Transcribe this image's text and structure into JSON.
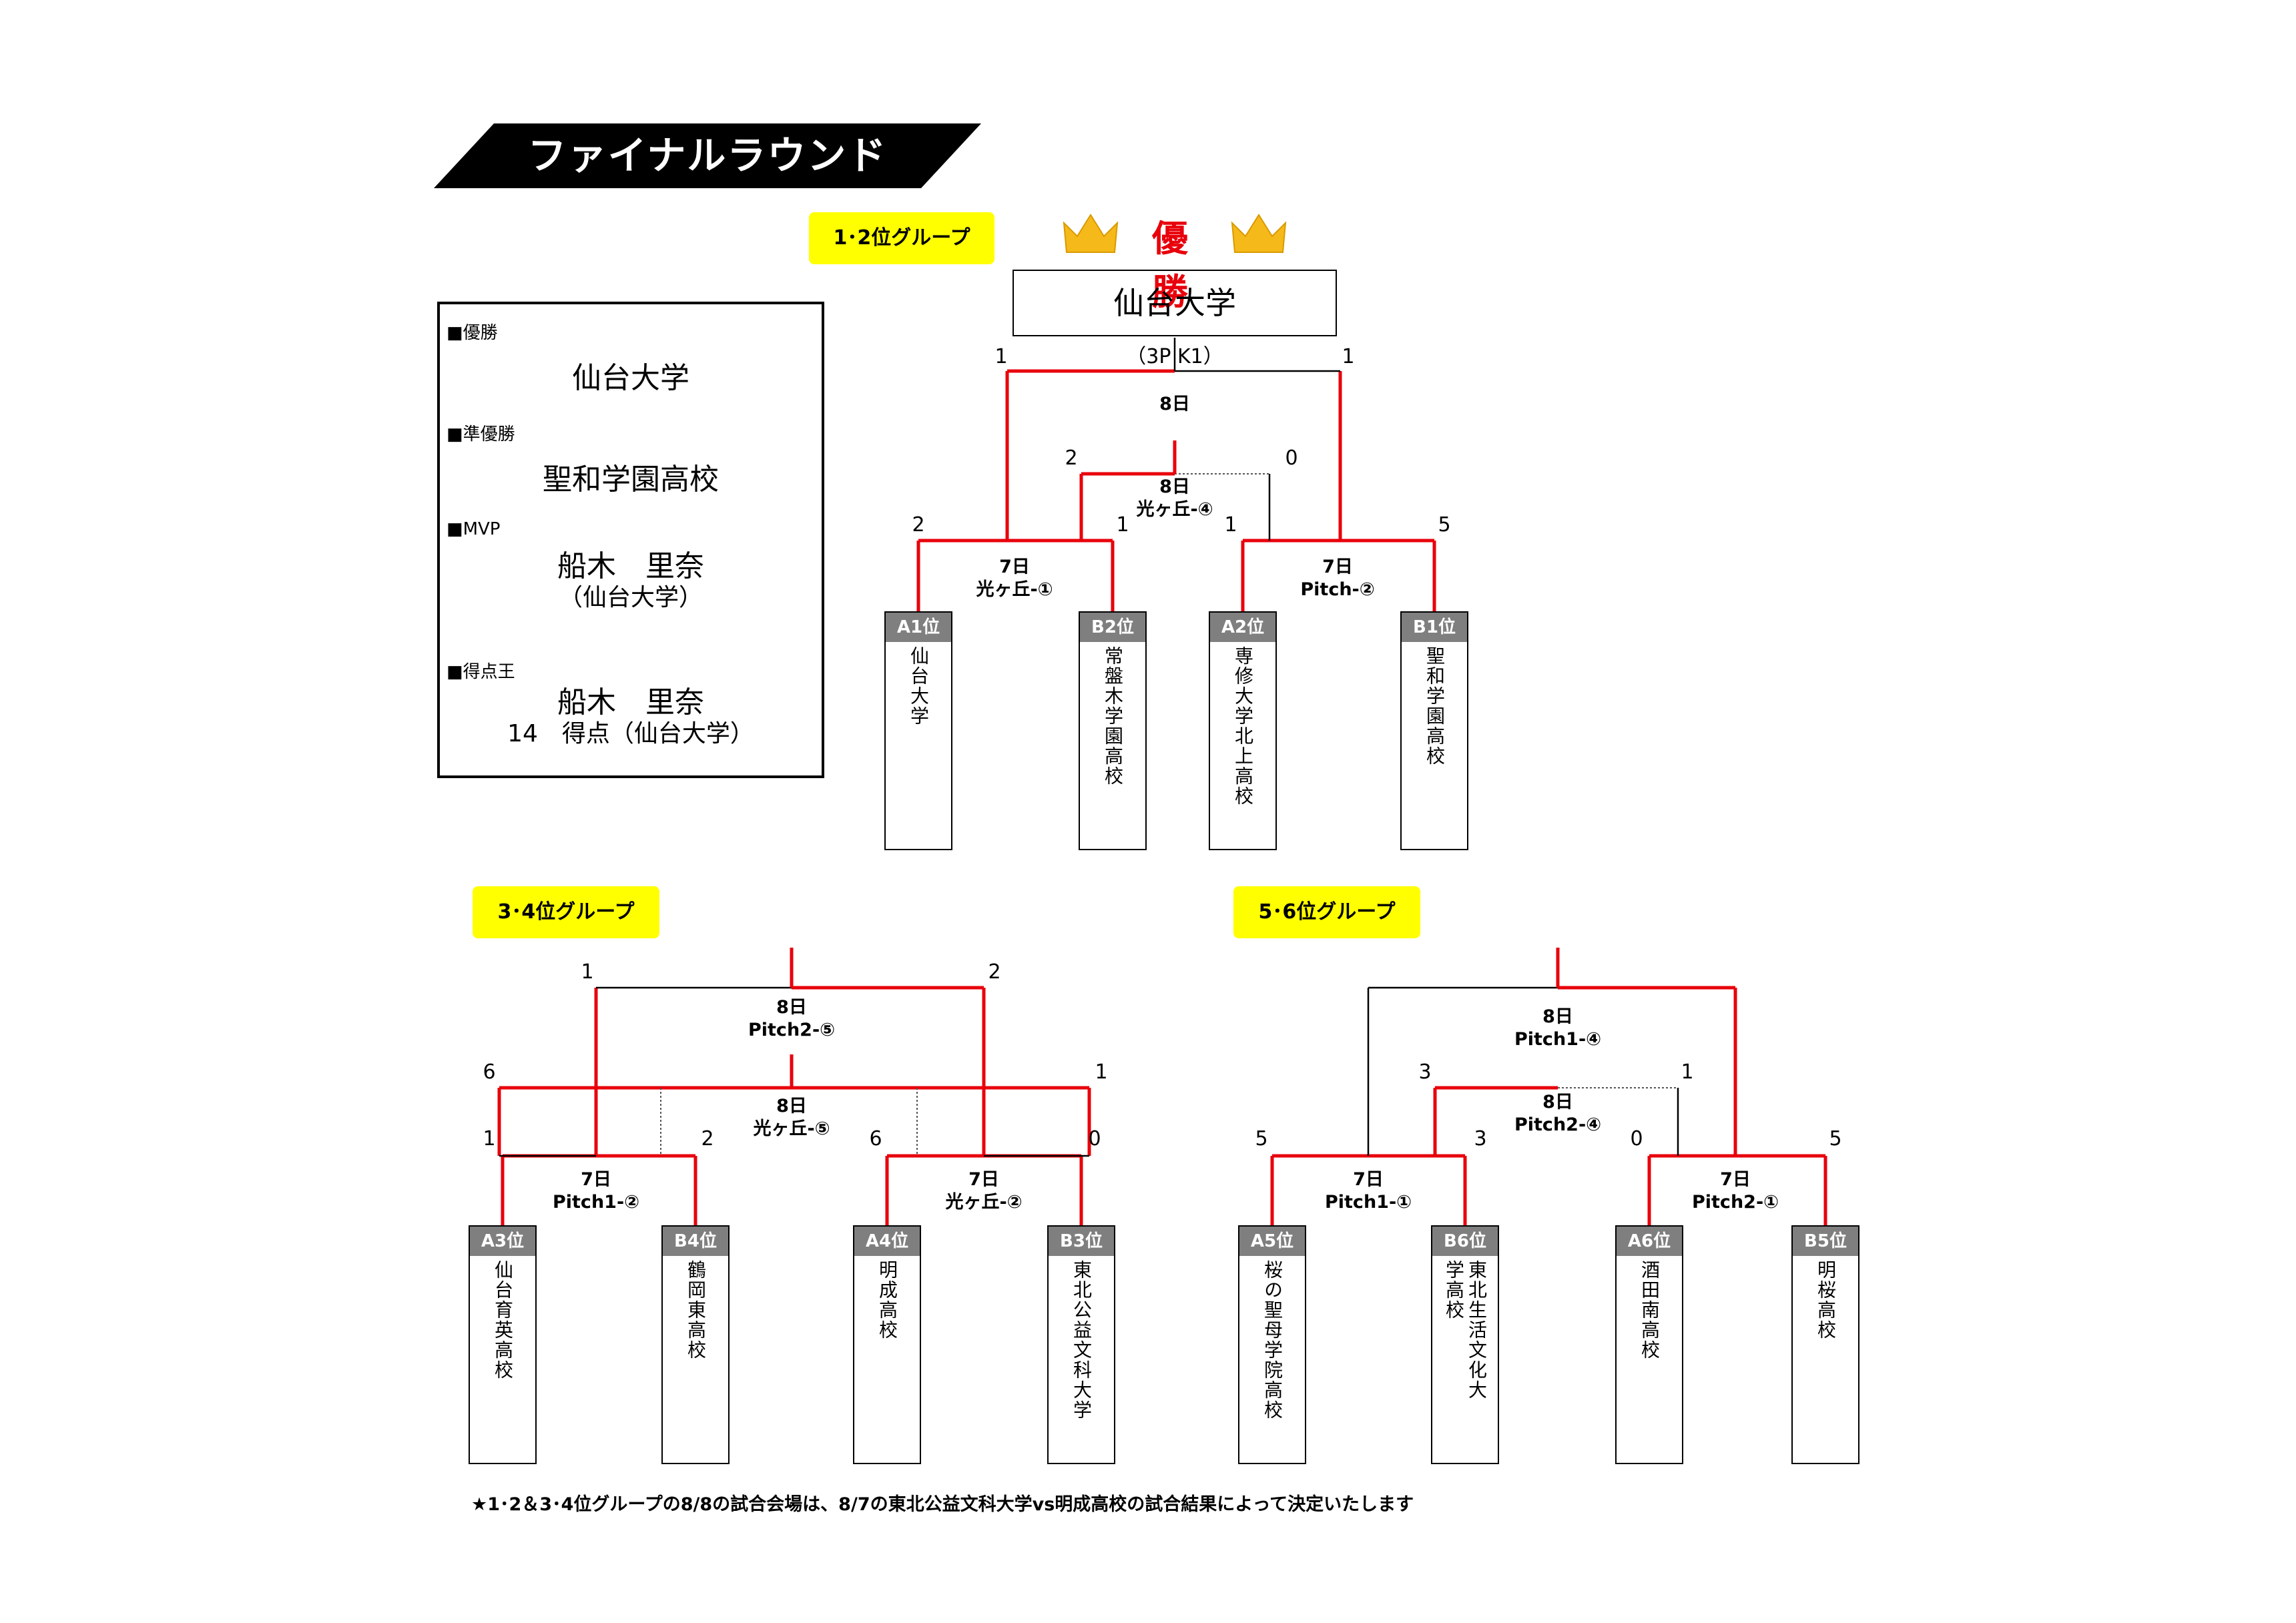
{
  "title": "ファイナルラウンド",
  "groups": {
    "g12": "1･2位グループ",
    "g34": "3･4位グループ",
    "g56": "5･6位グループ"
  },
  "champion": {
    "label": "優 勝",
    "team": "仙台大学"
  },
  "awards": {
    "champion_label": "■優勝",
    "champion": "仙台大学",
    "runner_up_label": "■準優勝",
    "runner_up": "聖和学園高校",
    "mvp_label": "■MVP",
    "mvp": "船木　里奈",
    "mvp_team": "（仙台大学）",
    "scorer_label": "■得点王",
    "scorer": "船木　里奈",
    "scorer_detail": "14　得点（仙台大学）"
  },
  "teams": [
    {
      "seed": "A1位",
      "name": "仙台大学"
    },
    {
      "seed": "B2位",
      "name": "常盤木学園高校"
    },
    {
      "seed": "A2位",
      "name": "専修大学北上高校"
    },
    {
      "seed": "B1位",
      "name": "聖和学園高校"
    },
    {
      "seed": "A3位",
      "name": "仙台育英高校"
    },
    {
      "seed": "B4位",
      "name": "鶴岡東高校"
    },
    {
      "seed": "A4位",
      "name": "明成高校"
    },
    {
      "seed": "B3位",
      "name": "東北公益文科大学"
    },
    {
      "seed": "A5位",
      "name": "桜の聖母学院高校"
    },
    {
      "seed": "B6位",
      "name": "東北生活文化大学高校"
    },
    {
      "seed": "A6位",
      "name": "酒田南高校"
    },
    {
      "seed": "B5位",
      "name": "明桜高校"
    }
  ],
  "matches": [
    {
      "day": "7日",
      "venue": "光ヶ丘-①"
    },
    {
      "day": "7日",
      "venue": "Pitch-②"
    },
    {
      "day": "8日",
      "venue": "光ヶ丘-④"
    },
    {
      "day": "8日",
      "venue": ""
    },
    {
      "day": "7日",
      "venue": "Pitch1-②"
    },
    {
      "day": "7日",
      "venue": "光ヶ丘-②"
    },
    {
      "day": "8日",
      "venue": "光ヶ丘-⑤"
    },
    {
      "day": "8日",
      "venue": "Pitch2-⑤"
    },
    {
      "day": "7日",
      "venue": "Pitch1-①"
    },
    {
      "day": "7日",
      "venue": "Pitch2-①"
    },
    {
      "day": "8日",
      "venue": "Pitch2-④"
    },
    {
      "day": "8日",
      "venue": "Pitch1-④"
    }
  ],
  "pk_note": "（3P K1）",
  "scores": {
    "g12": [
      "2",
      "1",
      "1",
      "5",
      "2",
      "0",
      "1",
      "1"
    ],
    "g34": [
      "1",
      "2",
      "6",
      "0",
      "6",
      "1",
      "1",
      "2"
    ],
    "g56": [
      "5",
      "3",
      "0",
      "5",
      "3",
      "1"
    ]
  },
  "footnote": "★1･2＆3･4位グループの8/8の試合会場は、8/7の東北公益文科大学vs明成高校の試合結果によって決定いたします",
  "colors": {
    "winner_line": "#e8000b",
    "label_bg": "#ffff00",
    "seed_header": "#7f7f7f",
    "champion_text": "#e8000b",
    "crown": "#f6b91a"
  }
}
